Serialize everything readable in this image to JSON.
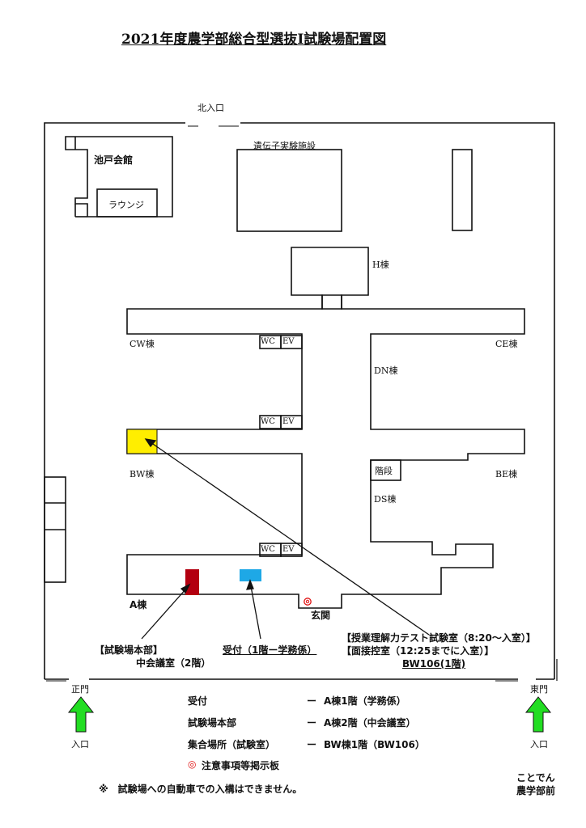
{
  "title": "2021年度農学部総合型選抜Ⅰ試験場配置図",
  "labels": {
    "north_entrance": "北入口",
    "ikedo_hall": "池戸会館",
    "lounge": "ラウンジ",
    "gene_facility": "遺伝子実験施設",
    "h_bldg": "H棟",
    "cw_bldg": "CW棟",
    "ce_bldg": "CE棟",
    "dn_bldg": "DN棟",
    "bw_bldg": "BW棟",
    "be_bldg": "BE棟",
    "ds_bldg": "DS棟",
    "stairs": "階段",
    "a_bldg": "A棟",
    "entrance_hall": "玄関",
    "wc": "WC",
    "ev": "EV",
    "main_gate": "正門",
    "east_gate": "東門",
    "entry_left": "入口",
    "entry_right": "入口"
  },
  "callouts": {
    "hq_line1": "【試験場本部】",
    "hq_line2": "中会議室（2階）",
    "reception": "受付（1階ー学務係）",
    "exam_line1": "【授業理解力テスト試験室（8:20～入室）】",
    "exam_line2": "【面接控室（12:25までに入室）】",
    "exam_line3": "BW106(1階)"
  },
  "legend": [
    {
      "name": "受付",
      "dash": "ー",
      "value": "A棟1階（学務係）"
    },
    {
      "name": "試験場本部",
      "dash": "ー",
      "value": "A棟2階（中会議室）"
    },
    {
      "name": "集合場所（試験室）",
      "dash": "ー",
      "value": "BW棟1階（BW106）"
    }
  ],
  "notice_mark": "◎",
  "notice_text": "注意事項等掲示板",
  "footnote": "※　試験場への自動車での入構はできません。",
  "bus_stop_line1": "ことでん",
  "bus_stop_line2": "農学部前",
  "colors": {
    "exam_room": "#ffee00",
    "hq_room": "#b30010",
    "reception_room": "#1ea8e6",
    "entry_arrow": "#22dd22",
    "notice_mark": "#e01010"
  }
}
